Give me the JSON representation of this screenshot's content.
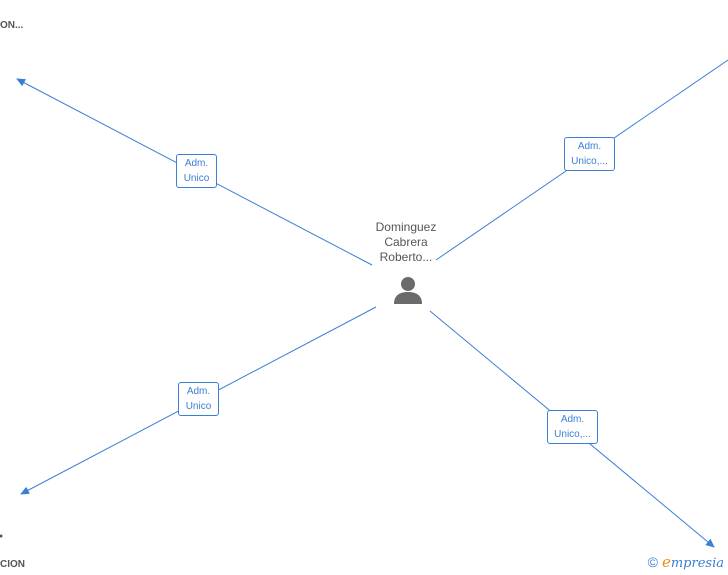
{
  "center": {
    "name_lines": [
      "Dominguez",
      "Cabrera",
      "Roberto..."
    ]
  },
  "edges": [
    {
      "line1": "Adm.",
      "line2": "Unico"
    },
    {
      "line1": "Adm.",
      "line2": "Unico,..."
    },
    {
      "line1": "Adm.",
      "line2": "Unico"
    },
    {
      "line1": "Adm.",
      "line2": "Unico,..."
    }
  ],
  "outer_nodes": {
    "top_left_label": "ON...",
    "bottom_left_label": "CION"
  },
  "brand": {
    "copyright": "©",
    "e": "e",
    "rest": "mpresia"
  },
  "colors": {
    "edge": "#3a7fd5",
    "icon": "#6b6b6b",
    "text": "#555555"
  }
}
